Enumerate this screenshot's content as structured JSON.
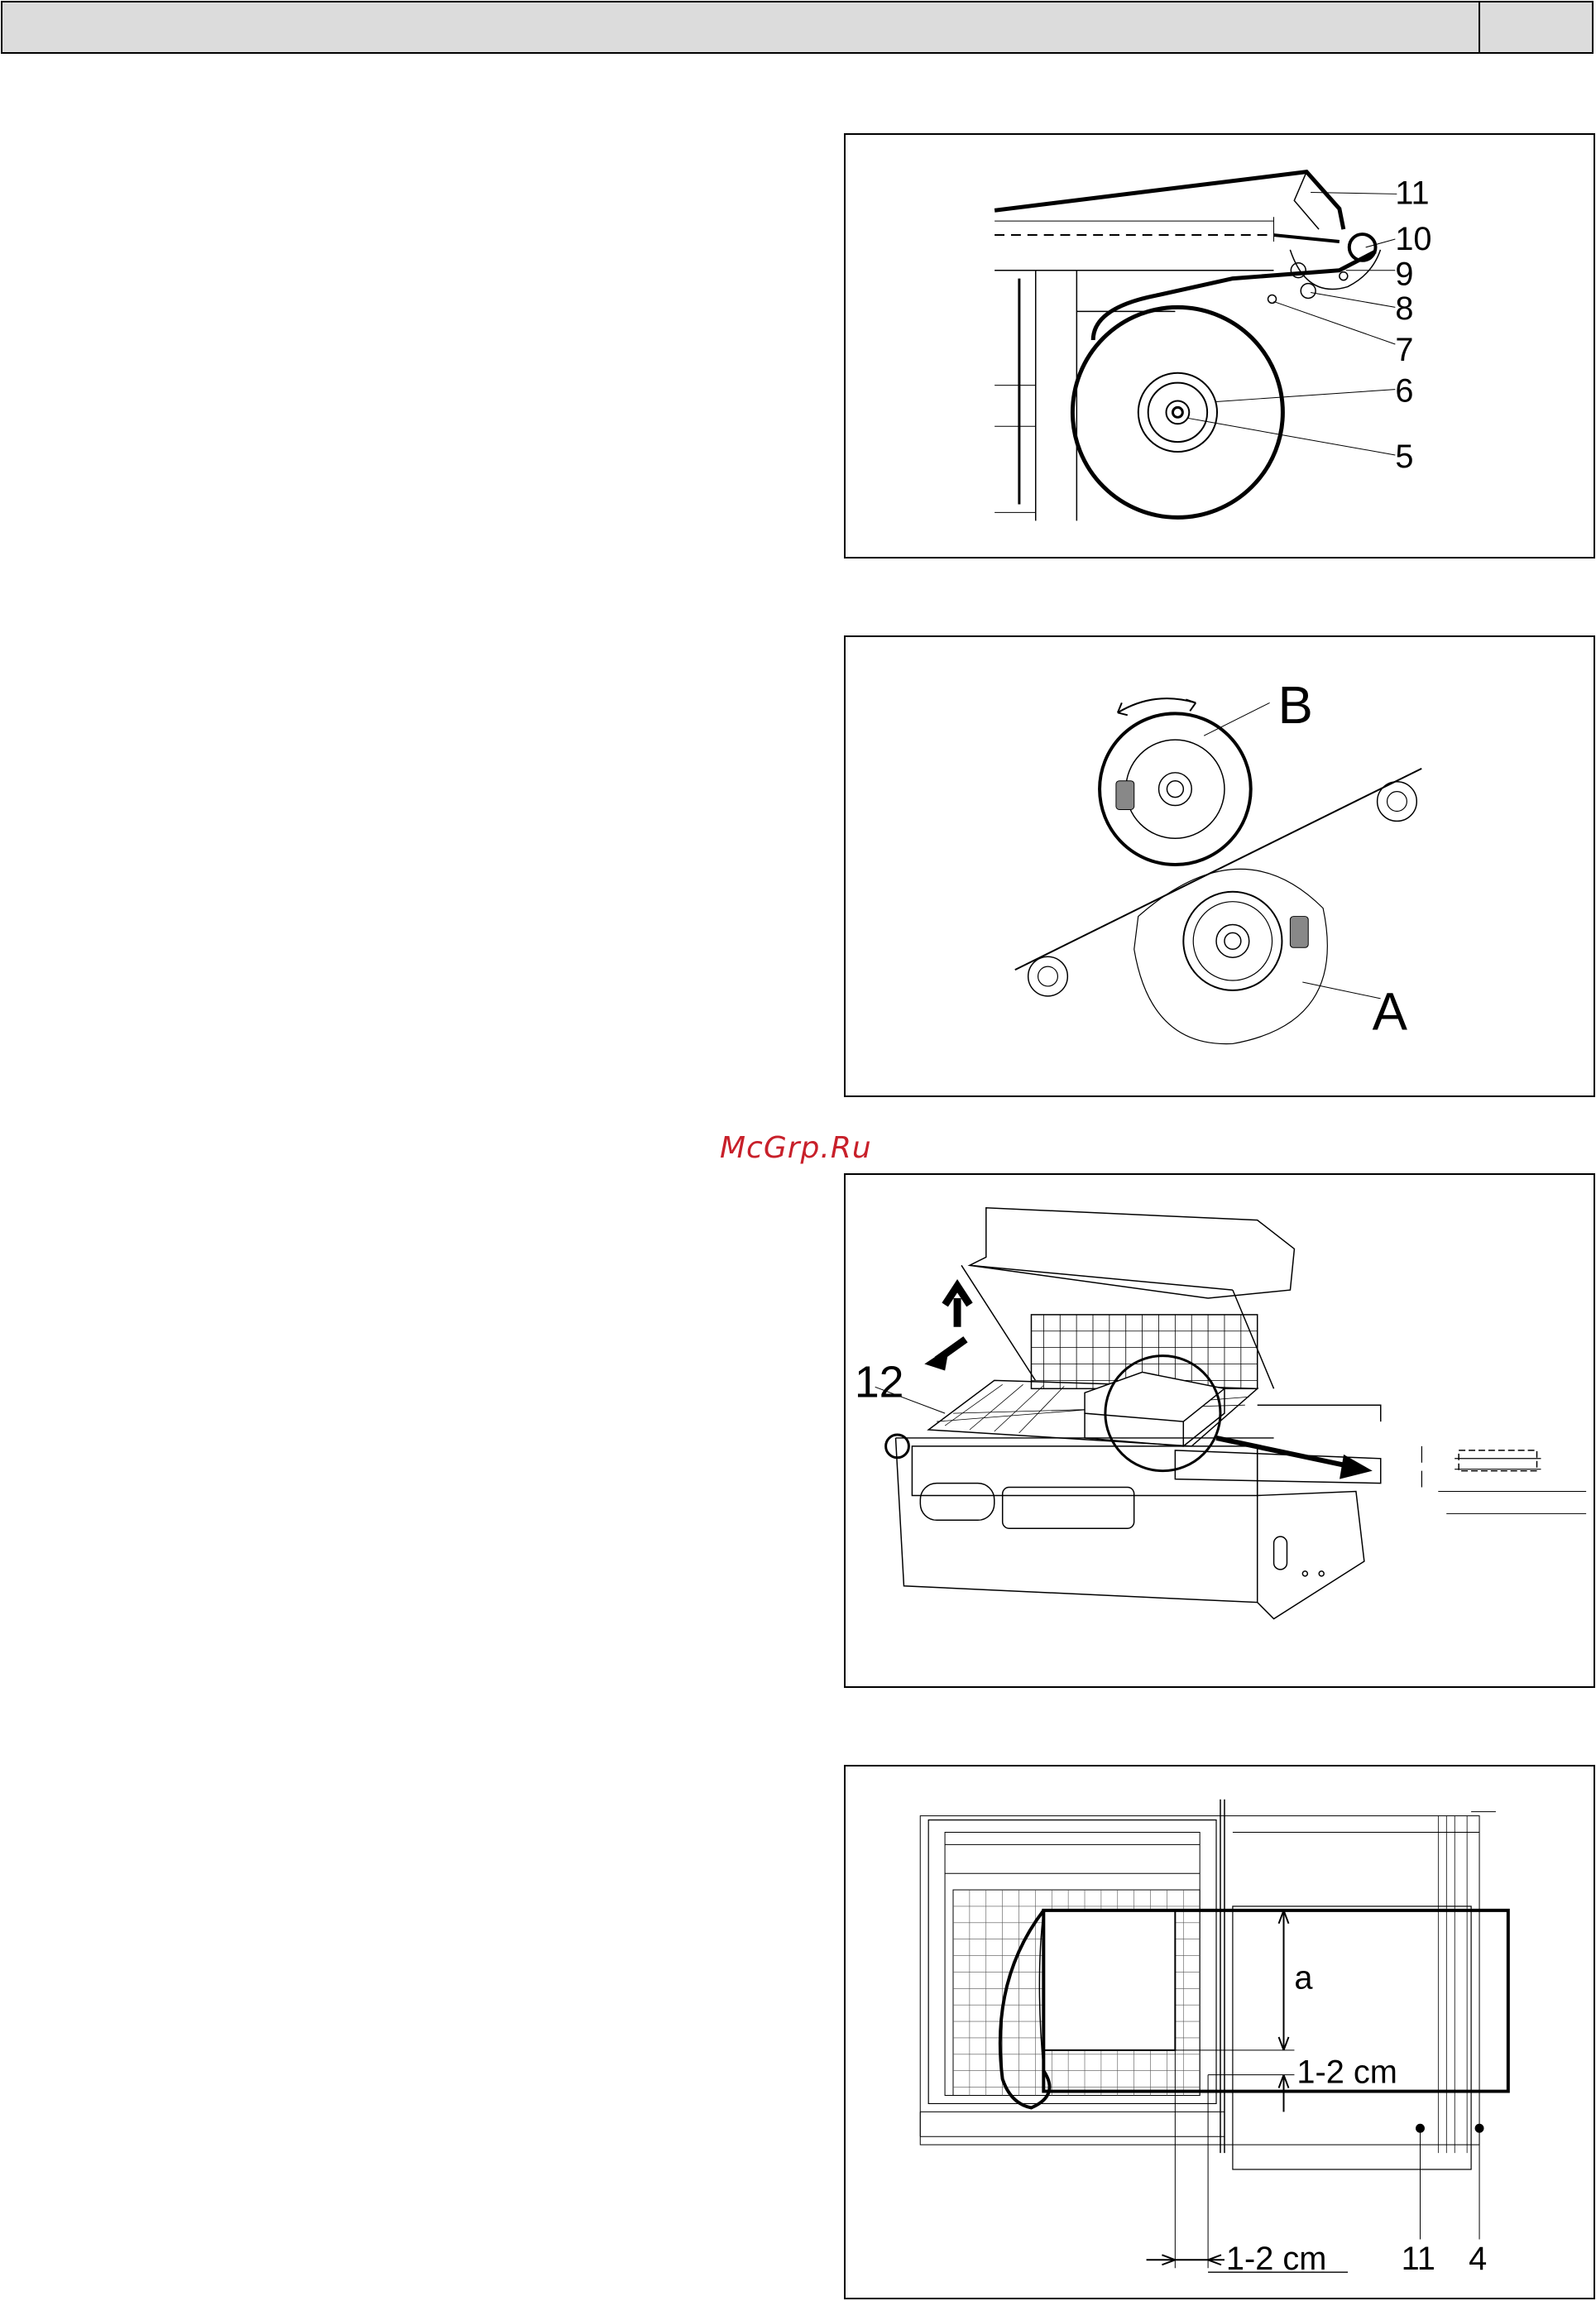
{
  "header": {
    "title": "",
    "page": ""
  },
  "watermark": "McGrp.Ru",
  "figures": [
    {
      "id": "film-path",
      "labels": [
        "11",
        "10",
        "9",
        "8",
        "7",
        "6",
        "5"
      ]
    },
    {
      "id": "roller-adjust",
      "labels": [
        "B",
        "A"
      ]
    },
    {
      "id": "machine-loading",
      "labels": [
        "12"
      ]
    },
    {
      "id": "film-overlap",
      "labels": [
        "a",
        "1-2 cm",
        "1-2 cm",
        "11",
        "4"
      ]
    }
  ]
}
